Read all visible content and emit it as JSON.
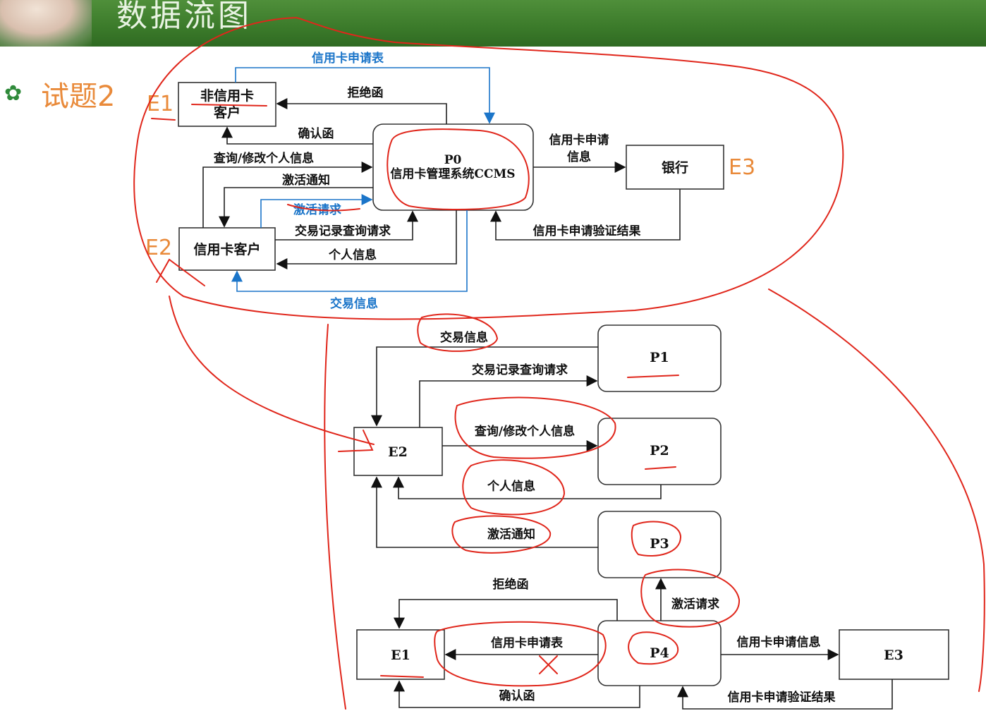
{
  "header": {
    "title": "数据流图"
  },
  "section": {
    "icon": "gear-flower-icon",
    "title": "试题2"
  },
  "top_diagram": {
    "nodes": {
      "e1": "非信用卡客户",
      "e2": "信用卡客户",
      "p0_id": "P0",
      "p0_name": "信用卡管理系统CCMS",
      "e3": "银行"
    },
    "annotations": {
      "e1": "E1",
      "e2": "E2",
      "e3": "E3"
    },
    "flows": {
      "application_form": "信用卡申请表",
      "rejection": "拒绝函",
      "confirmation": "确认函",
      "query_modify": "查询/修改个人信息",
      "activation_notice": "激活通知",
      "activation_request": "激活请求",
      "transaction_query": "交易记录查询请求",
      "personal_info": "个人信息",
      "transaction_info": "交易信息",
      "app_info_line1": "信用卡申请",
      "app_info_line2": "信息",
      "verification_result": "信用卡申请验证结果"
    }
  },
  "bottom_diagram": {
    "nodes": {
      "p1": "P1",
      "p2": "P2",
      "p3": "P3",
      "p4": "P4",
      "e1": "E1",
      "e2": "E2",
      "e3": "E3"
    },
    "flows": {
      "transaction_info": "交易信息",
      "transaction_query": "交易记录查询请求",
      "query_modify": "查询/修改个人信息",
      "personal_info": "个人信息",
      "activation_notice": "激活通知",
      "activation_request": "激活请求",
      "rejection": "拒绝函",
      "application_form": "信用卡申请表",
      "confirmation": "确认函",
      "app_info": "信用卡申请信息",
      "verification_result": "信用卡申请验证结果"
    }
  },
  "colors": {
    "header": "#3b7a2a",
    "accent": "#e98a3a",
    "blue_flow": "#1b75c9",
    "pen": "#e0261b"
  }
}
